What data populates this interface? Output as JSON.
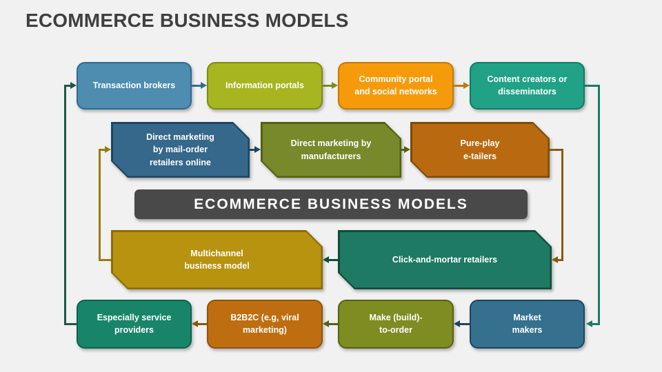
{
  "slide": {
    "title": "ECOMMERCE BUSINESS MODELS",
    "banner": "ECOMMERCE BUSINESS MODELS"
  },
  "colors": {
    "background": "#F1F1F1",
    "title_text": "#3F3F3F",
    "banner_bg": "#494949",
    "banner_text": "#FFFFFF",
    "teal_dark_line": "#1B5847",
    "teal_line": "#1B7B64",
    "gold_line": "#9A7A0C",
    "brown_line": "#8A5909",
    "blue_arrow": "#2E6E94",
    "olive_arrow": "#7E8A15",
    "orange_arrow": "#C07B04",
    "navy_arrow": "#1E4560",
    "dark_olive_arrow": "#53610F",
    "dark_teal_arrow": "#114B3B",
    "dark_brown_arrow": "#8F540A",
    "olive2_arrow": "#575F15"
  },
  "boxes": {
    "transaction_brokers": {
      "label": "Transaction brokers",
      "fill": "#4E8CB0",
      "border": "#2D6A91"
    },
    "information_portals": {
      "label": "Information portals",
      "fill": "#A7B521",
      "border": "#7E8A15"
    },
    "community_portal": {
      "label": "Community portal\nand social networks",
      "fill": "#F59B0B",
      "border": "#C07B04"
    },
    "content_creators": {
      "label": "Content creators or\ndisseminators",
      "fill": "#21A287",
      "border": "#0E7C63"
    },
    "direct_marketing_mail_order": {
      "label": "Direct marketing\nby mail-order\nretailers online",
      "fill": "#35688A",
      "border": "#1E4560"
    },
    "direct_marketing_manufacturers": {
      "label": "Direct marketing by\nmanufacturers",
      "fill": "#78892B",
      "border": "#53610F"
    },
    "pure_play_etailers": {
      "label": "Pure-play\ne-tailers",
      "fill": "#B96A11",
      "border": "#7E4A05"
    },
    "multichannel": {
      "label": "Multichannel\nbusiness model",
      "fill": "#B7930F",
      "border": "#8A6D04"
    },
    "click_and_mortar": {
      "label": "Click-and-mortar retailers",
      "fill": "#1E7A63",
      "border": "#114B3B"
    },
    "especially_service": {
      "label": "Especially service\nproviders",
      "fill": "#198568",
      "border": "#0A634B"
    },
    "b2b2c": {
      "label": "B2B2C (e.g, viral\nmarketing)",
      "fill": "#BE6E10",
      "border": "#8F540A"
    },
    "make_to_order": {
      "label": "Make (build)-\nto-order",
      "fill": "#7E8C22",
      "border": "#575F15"
    },
    "market_makers": {
      "label": "Market\nmakers",
      "fill": "#35708F",
      "border": "#1E4560"
    }
  }
}
